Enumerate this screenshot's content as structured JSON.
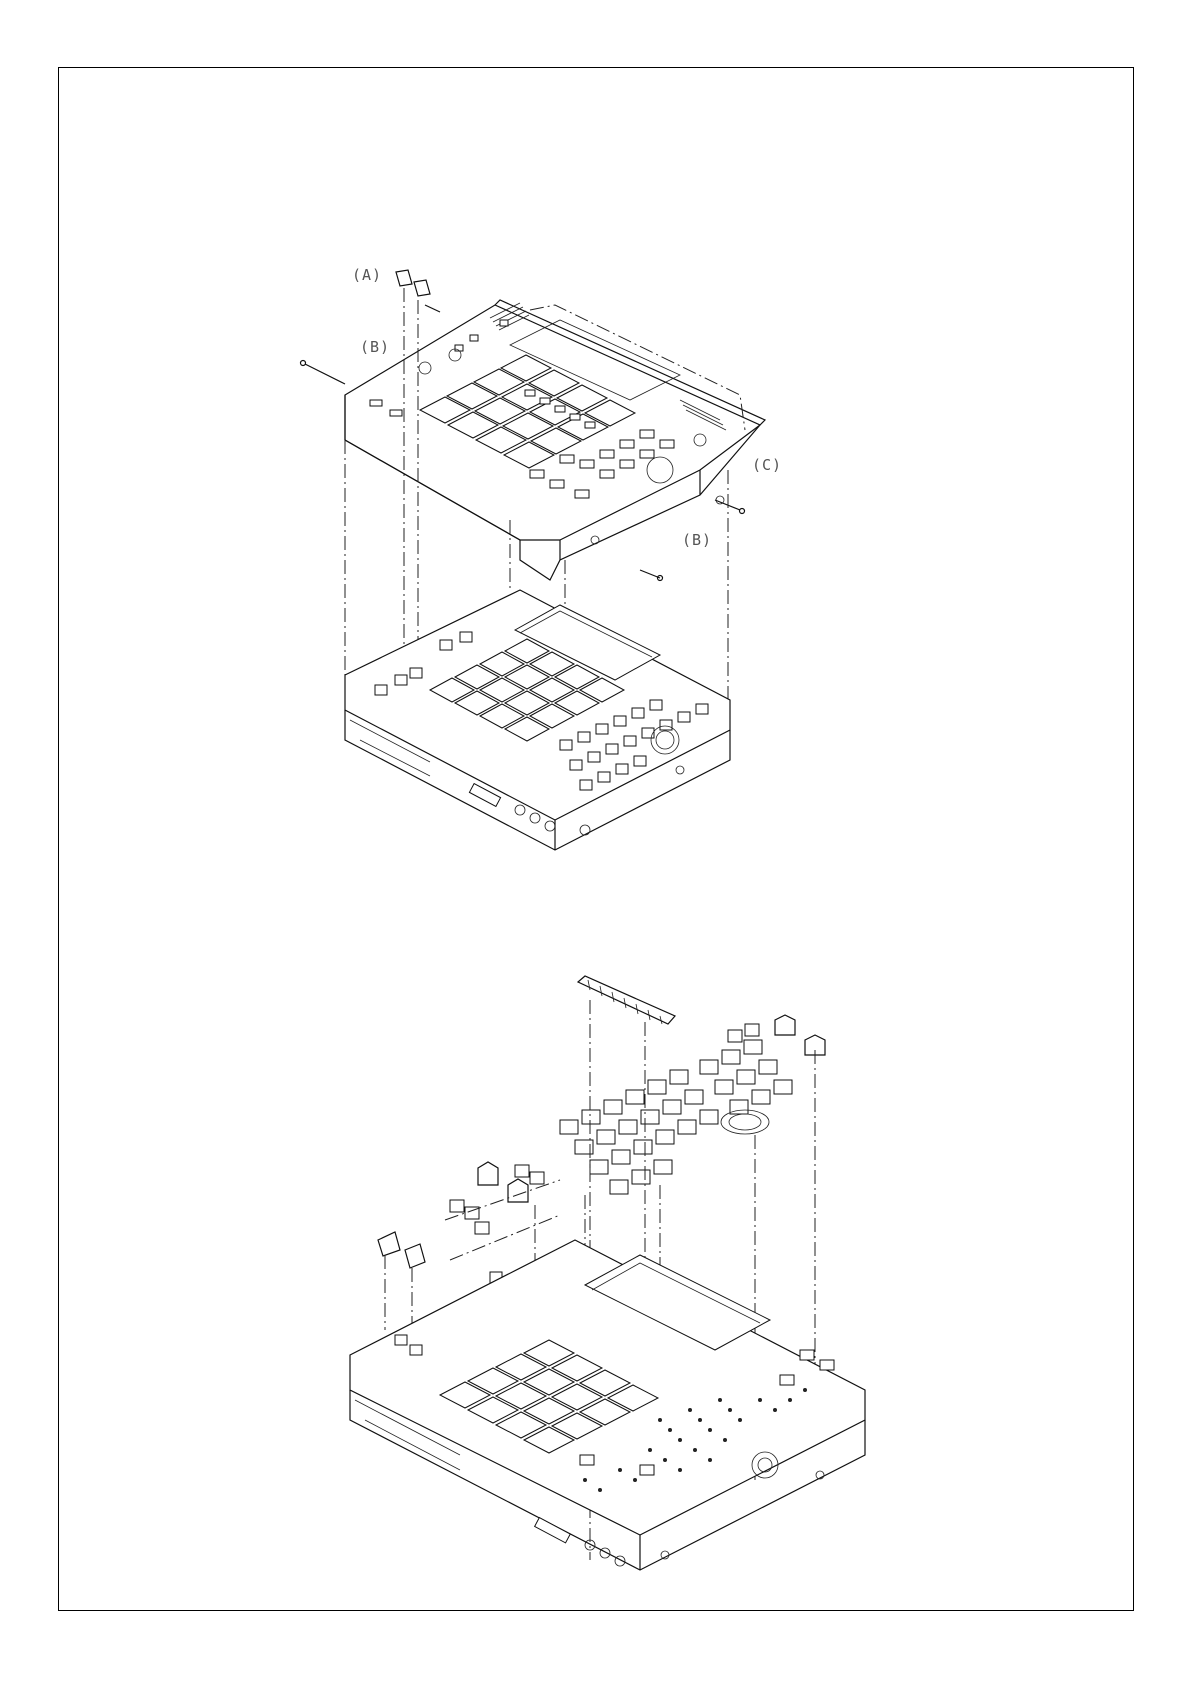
{
  "callouts": {
    "a": "(A)",
    "b_top": "(B)",
    "b_bottom": "(B)",
    "c": "(C)"
  }
}
